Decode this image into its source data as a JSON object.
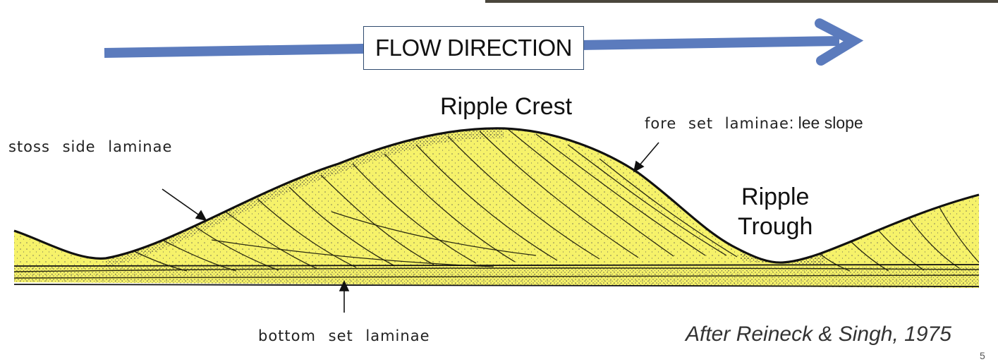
{
  "flow": {
    "label": "FLOW DIRECTION"
  },
  "labels": {
    "ripple_crest": "Ripple Crest",
    "ripple_trough_line1": "Ripple",
    "ripple_trough_line2": "Trough",
    "stoss_side": "stoss side laminae",
    "fore_set_part1": "fore set laminae",
    "fore_set_part2": ": lee slope",
    "bottom_set": "bottom set laminae"
  },
  "credit": "After Reineck & Singh, 1975",
  "slide_number": "5",
  "colors": {
    "sand_fill": "#f6f26a",
    "arrow_blue": "#5b7bbd",
    "outline": "#111111"
  }
}
